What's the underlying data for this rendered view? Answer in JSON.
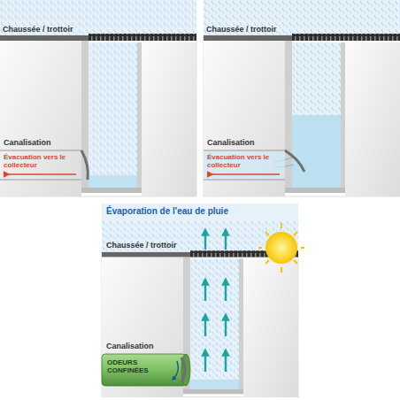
{
  "diagram": {
    "labels": [
      "Chaussée / trottoir",
      "Canalisation",
      "Évacuation vers le collecteur",
      "Chaussée / trottoir",
      "Canalisation",
      "Évacuation vers le collecteur",
      "Évaporation de l'eau de pluie",
      "Chaussée / trottoir",
      "Canalisation",
      "ODEURS CONFINÉES"
    ]
  }
}
